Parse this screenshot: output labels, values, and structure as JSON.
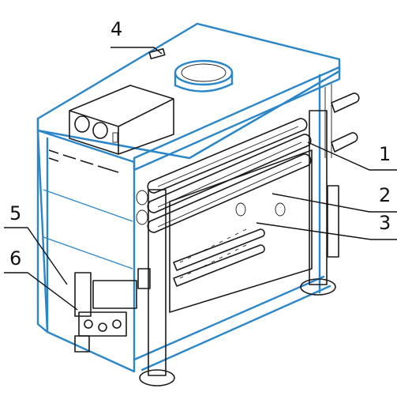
{
  "callouts": [
    {
      "label": "1"
    },
    {
      "label": "2"
    },
    {
      "label": "3"
    },
    {
      "label": "4"
    },
    {
      "label": "5"
    },
    {
      "label": "6"
    }
  ],
  "colors": {
    "frame_blue": "#2a86c9",
    "line_dark": "#1a1a1a",
    "background": "#ffffff"
  }
}
